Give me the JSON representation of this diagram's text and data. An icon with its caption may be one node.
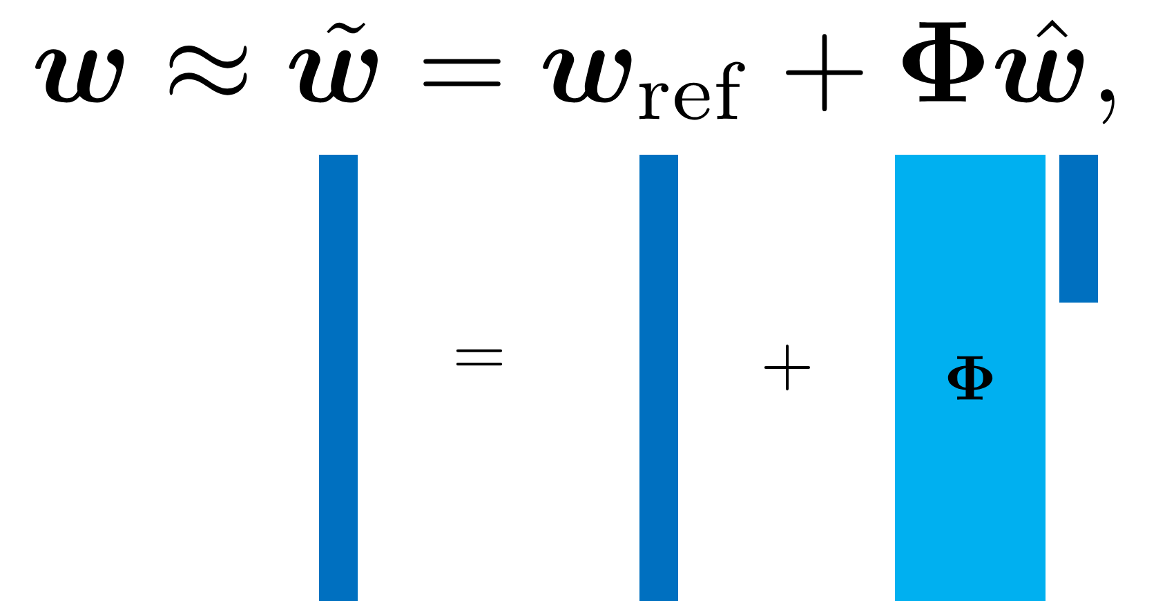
{
  "diagram": {
    "title": "\\boldsymbol{w} \\approx \\tilde{\\boldsymbol{w}} = \\boldsymbol{w}_{\\mathrm{ref}} + \\boldsymbol{\\Phi}\\hat{\\boldsymbol{w}},",
    "nodes": [
      {
        "text": [],
        "shape": "bar"
      },
      {
        "text": [],
        "shape": "bar"
      },
      {
        "text": [
          "\\boldsymbol{\\Phi}"
        ]
      },
      {
        "text": [],
        "shape": "bar"
      }
    ],
    "labels": [
      "=",
      "+"
    ]
  }
}
